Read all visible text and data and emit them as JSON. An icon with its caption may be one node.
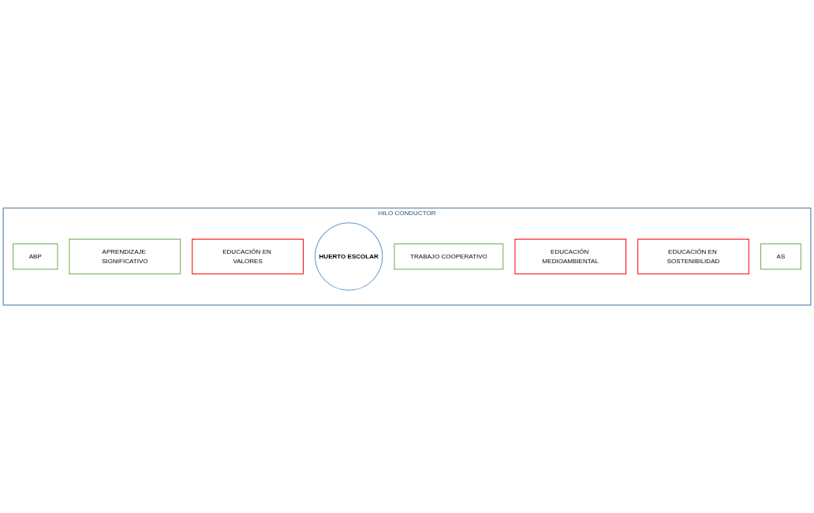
{
  "diagram": {
    "nodes": [
      {
        "text": [
          "HILO CONDUCTOR"
        ]
      },
      {
        "text": [
          "ABP"
        ],
        "in": 0
      },
      {
        "text": [
          "APRENDIZAJE SIGNIFICATIVO"
        ],
        "in": 0
      },
      {
        "text": [
          "EDUCACIÓN EN VALORES"
        ],
        "in": 0
      },
      {
        "text": [
          "HUERTO ESCOLAR"
        ],
        "in": 0
      },
      {
        "text": [
          "TRABAJO COOPERATIVO"
        ],
        "in": 0
      },
      {
        "text": [
          "EDUCACIÓN MEDIOAMBIENTAL"
        ],
        "in": 0
      },
      {
        "text": [
          "EDUCACIÓN EN SOSTENIBILIDAD"
        ],
        "in": 0
      },
      {
        "text": [
          "AS"
        ],
        "in": 0
      }
    ],
    "edges": []
  }
}
